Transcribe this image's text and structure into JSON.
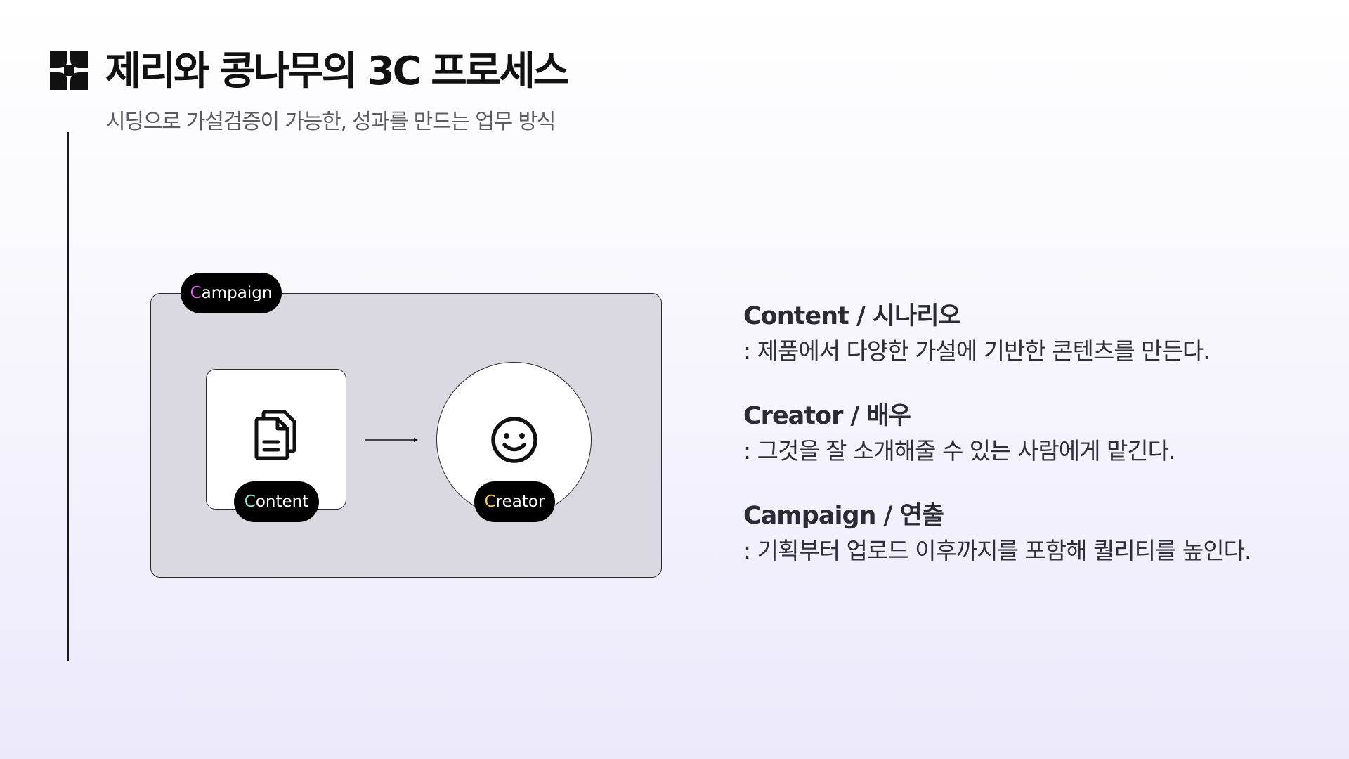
{
  "header": {
    "title": "제리와 콩나무의 3C 프로세스",
    "subtitle": "시딩으로 가설검증이 가능한, 성과를 만드는 업무 방식",
    "logo_icon": "pinwheel-logo-icon"
  },
  "diagram": {
    "campaign_label_first": "C",
    "campaign_label_rest": "ampaign",
    "content_label_first": "C",
    "content_label_rest": "ontent",
    "creator_label_first": "C",
    "creator_label_rest": "reator",
    "content_icon": "documents-icon",
    "creator_icon": "smiley-icon",
    "arrow_icon": "arrow-right-icon",
    "colors": {
      "campaign_accent": "#d86ae6",
      "content_accent": "#8ee8d6",
      "creator_accent": "#f7c948",
      "box_background": "#dad9e2"
    }
  },
  "descriptions": [
    {
      "heading": "Content / 시나리오",
      "text": ": 제품에서 다양한 가설에 기반한 콘텐츠를 만든다."
    },
    {
      "heading": "Creator / 배우",
      "text": ": 그것을 잘 소개해줄 수 있는 사람에게 맡긴다."
    },
    {
      "heading": "Campaign / 연출",
      "text": ": 기획부터 업로드 이후까지를 포함해 퀄리티를 높인다."
    }
  ]
}
